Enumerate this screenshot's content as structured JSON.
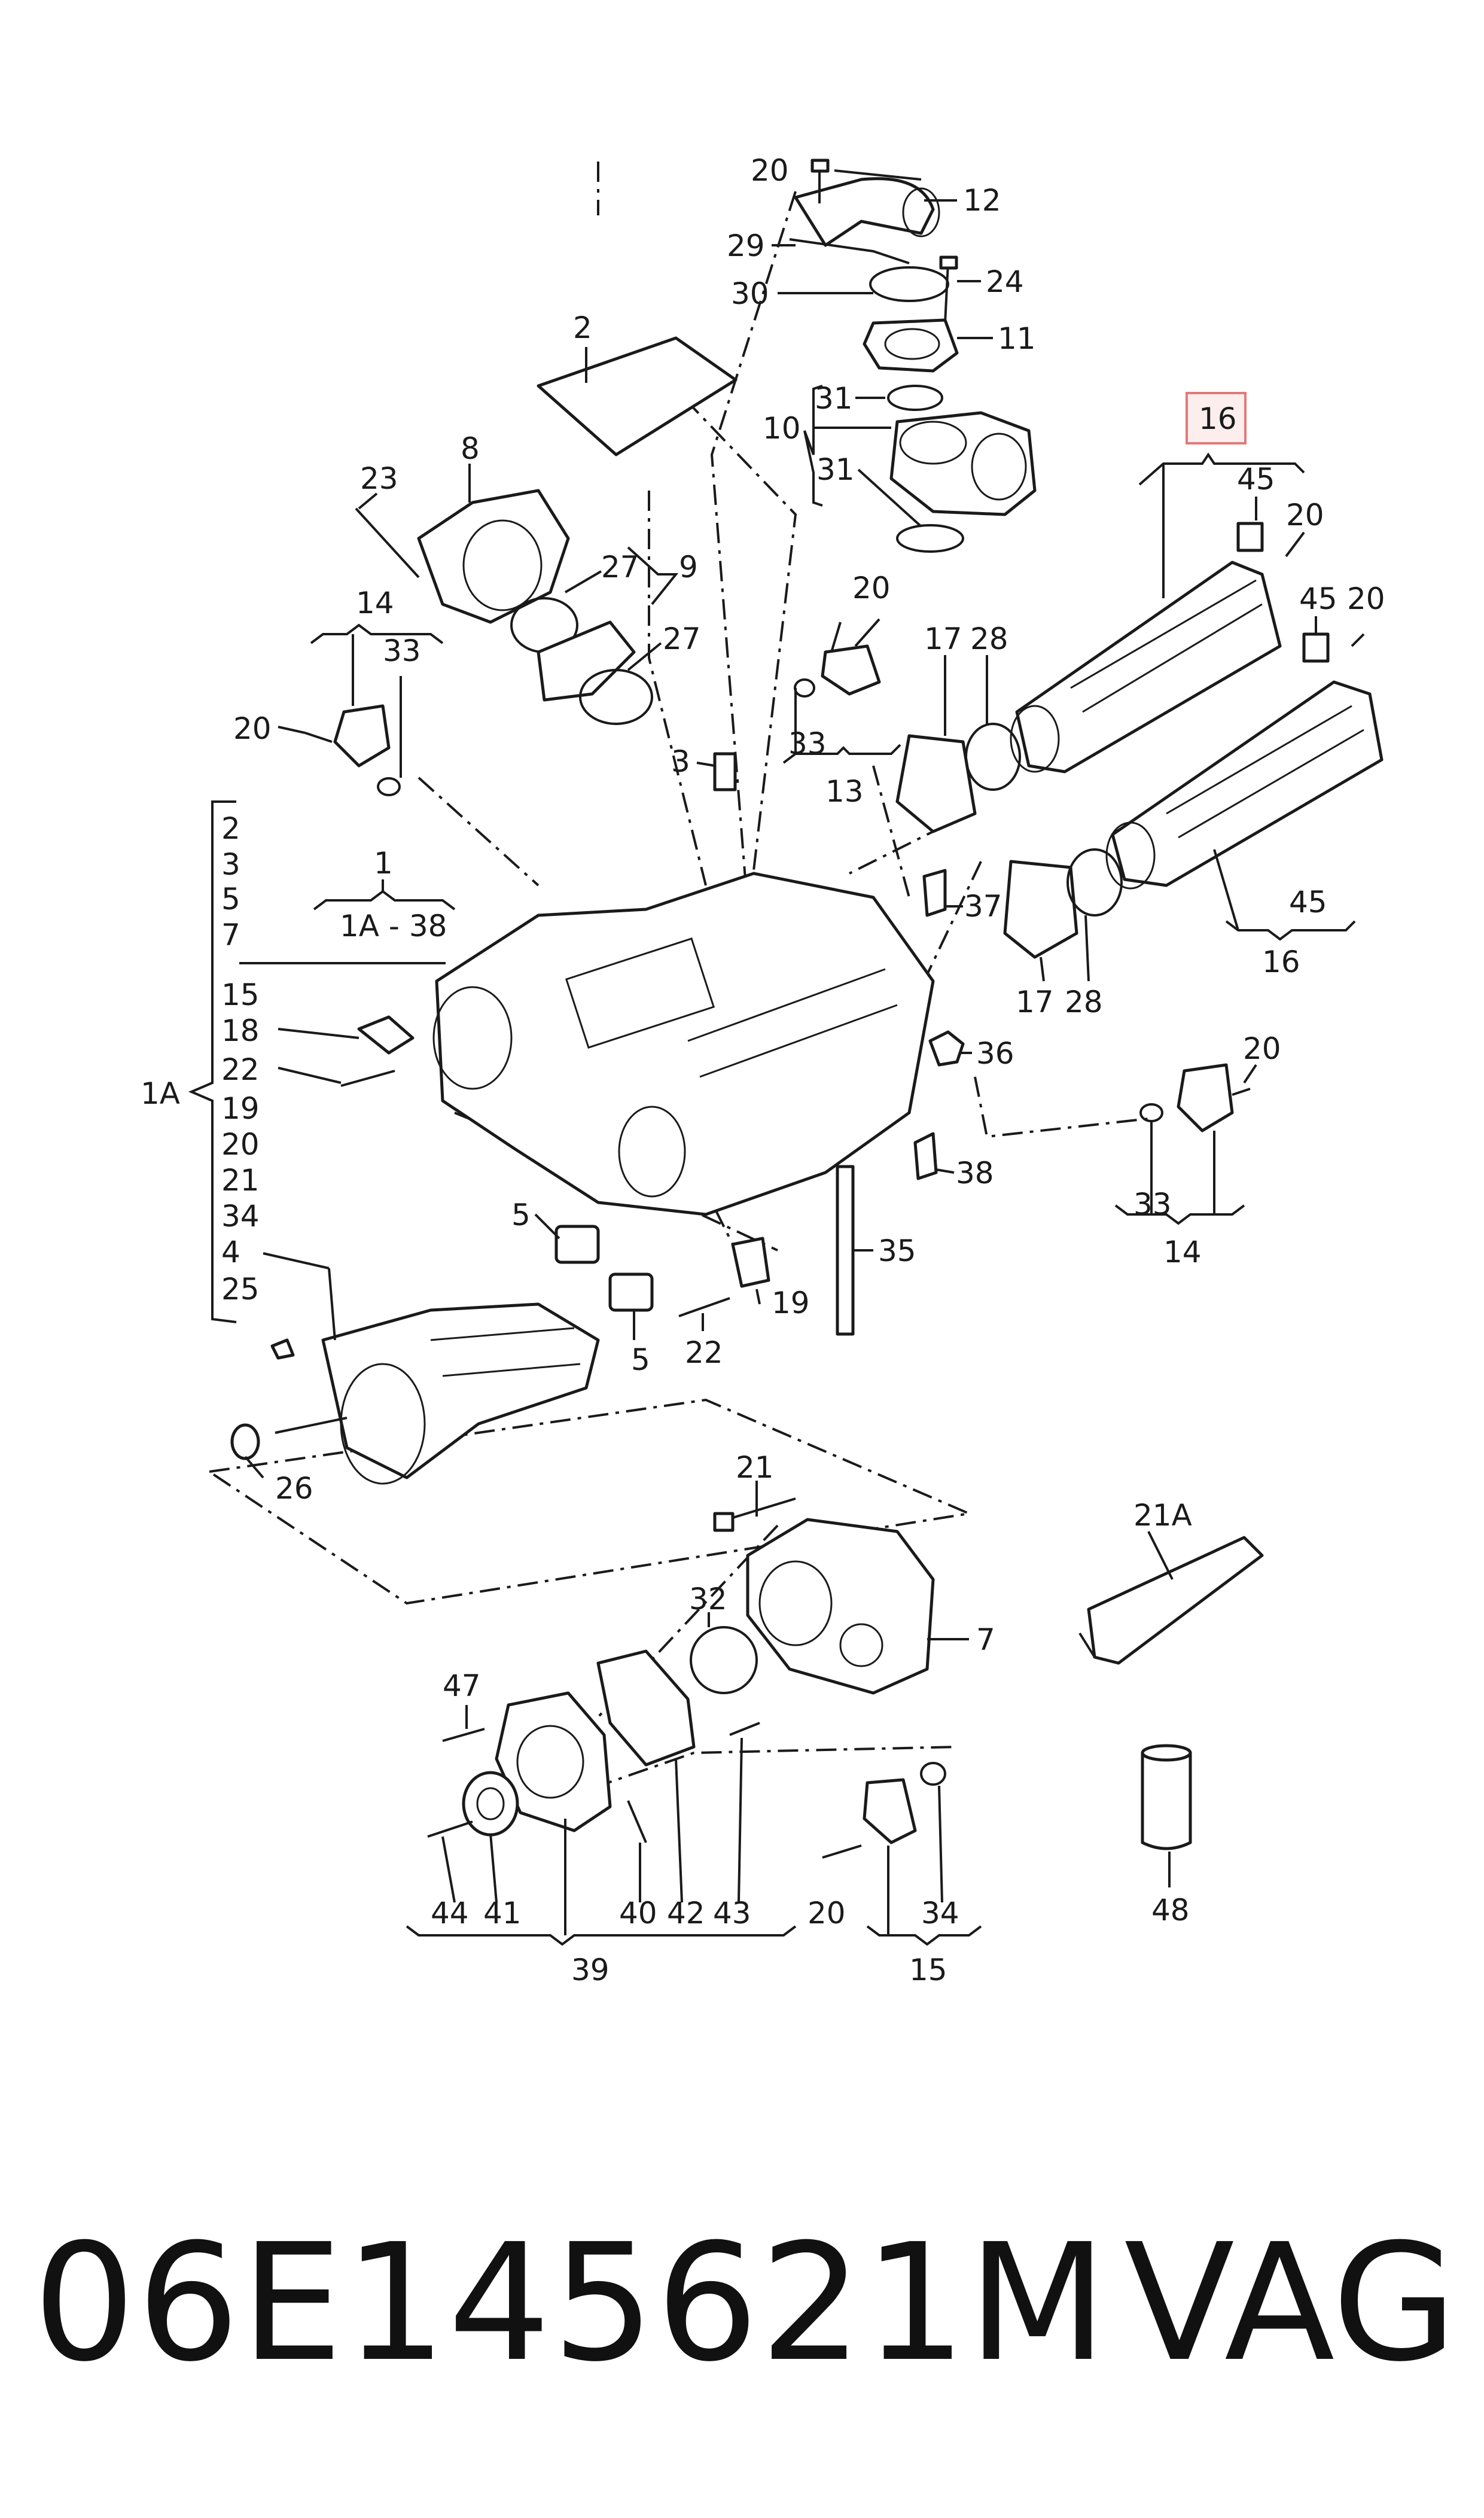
{
  "labels": {
    "l20a": "20",
    "l12": "12",
    "l29": "29",
    "l30": "30",
    "l24": "24",
    "l11": "11",
    "l2": "2",
    "l10": "10",
    "l31a": "31",
    "l31b": "31",
    "l16": "16",
    "l23": "23",
    "l8": "8",
    "l27a": "27",
    "l9": "9",
    "l27b": "27",
    "l45a": "45",
    "l20b": "20",
    "l45b": "45",
    "l20c": "20",
    "l14a": "14",
    "l33a": "33",
    "l20d": "20",
    "l20e": "20",
    "l17a": "17",
    "l28a": "28",
    "l33b": "33",
    "l13": "13",
    "l3": "3",
    "l1": "1",
    "l1range": "1A - 38",
    "l45c": "45",
    "l16b": "16",
    "l37": "37",
    "l17b": "17",
    "l28b": "28",
    "l36": "36",
    "l20f": "20",
    "l38": "38",
    "l33c": "33",
    "l14b": "14",
    "l35": "35",
    "l1A": "1A",
    "list1A": [
      "2",
      "3",
      "5",
      "7",
      "15",
      "18",
      "22",
      "19",
      "20",
      "21",
      "34",
      "4",
      "25"
    ],
    "l5a": "5",
    "l19": "19",
    "l5b": "5",
    "l22": "22",
    "l26": "26",
    "l21": "21",
    "l21A": "21A",
    "l32": "32",
    "l7": "7",
    "l47": "47",
    "l44": "44",
    "l41": "41",
    "l40": "40",
    "l42": "42",
    "l43": "43",
    "l39": "39",
    "l20g": "20",
    "l34": "34",
    "l15": "15",
    "l48": "48"
  },
  "footer": {
    "part_number": "06E145621M",
    "brand": "VAG"
  },
  "colors": {
    "ink": "#1a1a1a",
    "highlight_fill": "#fdeeee",
    "highlight_stroke": "#e07a7a"
  }
}
